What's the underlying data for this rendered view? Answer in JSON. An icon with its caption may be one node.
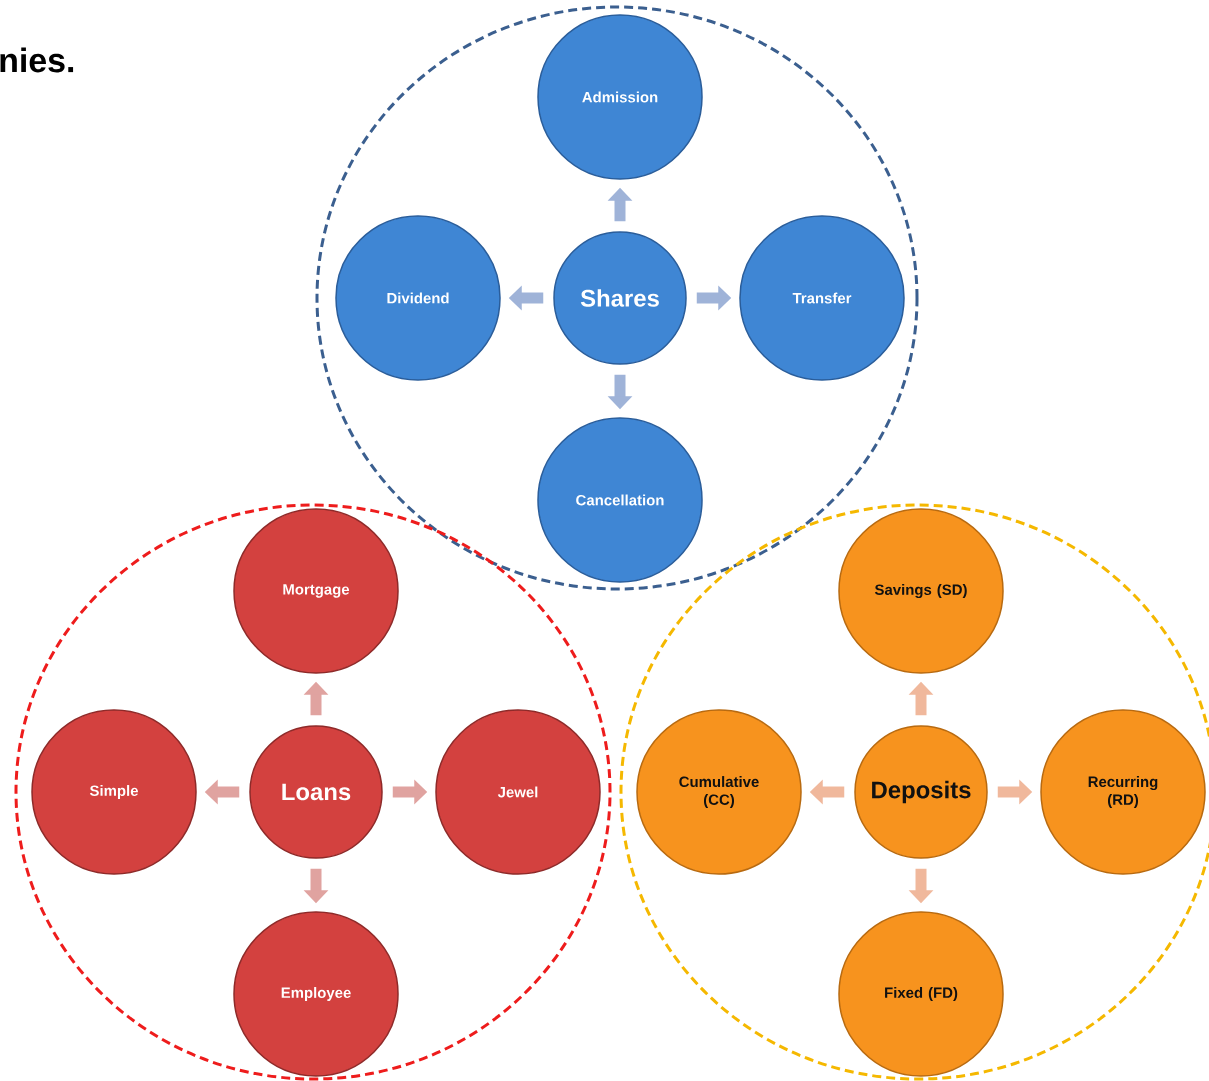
{
  "diagram": {
    "title": "nies.",
    "nodes": [
      {
        "text": [],
        "shape": "circle"
      },
      {
        "text": [
          "Admission"
        ],
        "in": 0
      },
      {
        "text": [
          "Dividend"
        ],
        "in": 0
      },
      {
        "text": [
          "Shares"
        ],
        "in": 0
      },
      {
        "text": [
          "Transfer"
        ],
        "in": 0
      },
      {
        "text": [
          "Cancellation"
        ],
        "in": 0
      },
      {
        "text": [],
        "shape": "circle"
      },
      {
        "text": [
          "Mortgage"
        ],
        "in": 6
      },
      {
        "text": [
          "Simple"
        ],
        "in": 6
      },
      {
        "text": [
          "Loans"
        ],
        "in": 6
      },
      {
        "text": [
          "Jewel"
        ],
        "in": 6
      },
      {
        "text": [
          "Employee"
        ],
        "in": 6
      },
      {
        "text": [],
        "shape": "circle"
      },
      {
        "text": [
          "Savings (SD)"
        ],
        "in": 12
      },
      {
        "text": [
          "Cumulative (CC)"
        ],
        "in": 12
      },
      {
        "text": [
          "Deposits"
        ],
        "in": 12
      },
      {
        "text": [
          "Recurring (RD)"
        ],
        "in": 12
      },
      {
        "text": [
          "Fixed (FD)"
        ],
        "in": 12
      }
    ],
    "edges": [
      {
        "from": 3,
        "to": 1,
        "arrow": "to"
      },
      {
        "from": 3,
        "to": 4,
        "arrow": "to"
      },
      {
        "from": 3,
        "to": 5,
        "arrow": "to"
      },
      {
        "from": 3,
        "to": 2,
        "arrow": "to"
      },
      {
        "from": 9,
        "to": 7,
        "arrow": "to"
      },
      {
        "from": 9,
        "to": 10,
        "arrow": "to"
      },
      {
        "from": 9,
        "to": 11,
        "arrow": "to"
      },
      {
        "from": 9,
        "to": 8,
        "arrow": "to"
      },
      {
        "from": 15,
        "to": 13,
        "arrow": "to"
      },
      {
        "from": 15,
        "to": 16,
        "arrow": "to"
      },
      {
        "from": 15,
        "to": 17,
        "arrow": "to"
      },
      {
        "from": 15,
        "to": 14,
        "arrow": "to"
      }
    ]
  }
}
